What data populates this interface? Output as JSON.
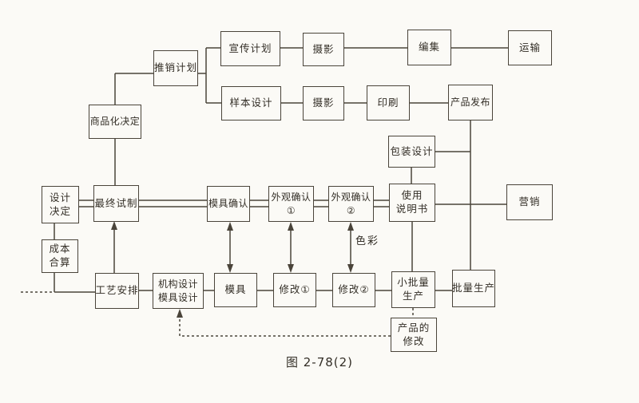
{
  "figure": {
    "caption": "图 2-78(2)",
    "type": "flowchart",
    "colors": {
      "background": "#fbfaf6",
      "ink": "#4a443a",
      "text": "#332e26"
    }
  },
  "labels": {
    "color_note": "色彩"
  },
  "nodes": {
    "promotion_plan": "推销计划",
    "publicity_plan": "宣传计划",
    "photography_1": "摄影",
    "editing": "编集",
    "transport": "运输",
    "sample_design": "样本设计",
    "photography_2": "摄影",
    "printing": "印刷",
    "product_launch": "产品发布",
    "commercialization_decision": "商品化决定",
    "packaging_design": "包装设计",
    "design_decision": "设计\n决定",
    "final_trial": "最终试制",
    "mold_confirmation": "模具确认",
    "appearance_check_1": "外观确认\n①",
    "appearance_check_2": "外观确认\n②",
    "user_manual": "使用\n说明书",
    "marketing": "营销",
    "cost_accounting": "成本\n合算",
    "process_arrangement": "工艺安排",
    "mechanism_mold_design": "机构设计\n模具设计",
    "mold": "模具",
    "revision_1": "修改①",
    "revision_2": "修改②",
    "small_batch_production": "小批量\n生产",
    "mass_production": "批量生产",
    "product_modification": "产品的\n修改"
  }
}
